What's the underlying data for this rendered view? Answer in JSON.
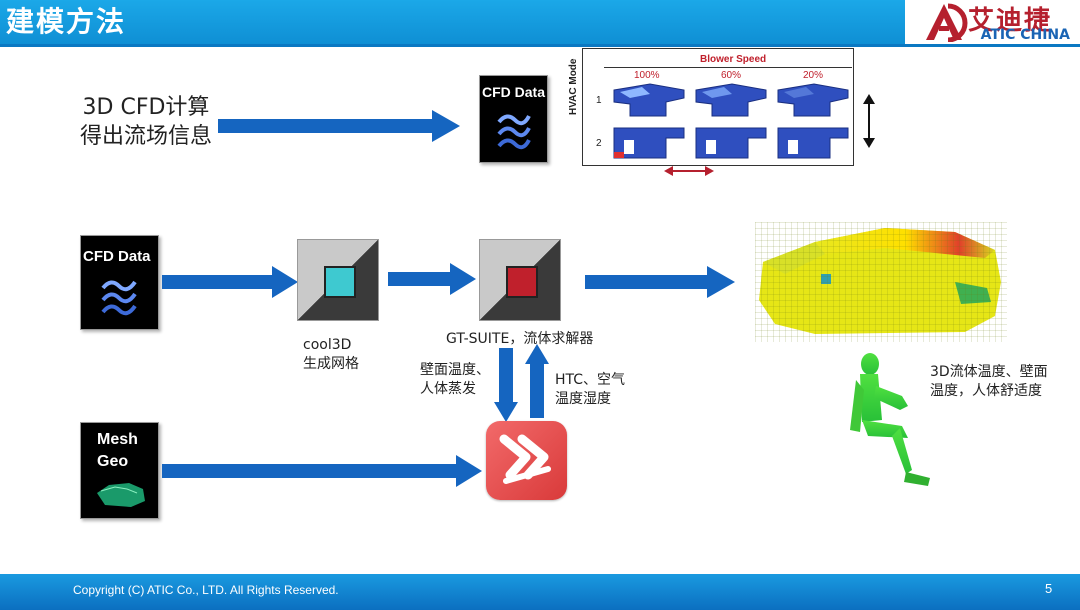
{
  "header": {
    "title": "建模方法",
    "logo_cn": "艾迪捷",
    "logo_en": "ATIC CHINA"
  },
  "top_section": {
    "cfd_calc_line1": "3D CFD计算",
    "cfd_calc_line2": "得出流场信息",
    "cfd_card_title": "CFD Data",
    "blower": {
      "title": "Blower Speed",
      "speeds": [
        "100%",
        "60%",
        "20%"
      ],
      "mode_label": "HVAC Mode",
      "rows": [
        "1",
        "2"
      ]
    }
  },
  "middle_section": {
    "cfd_card_title": "CFD Data",
    "cool3d_line1": "cool3D",
    "cool3d_line2": "生成网格",
    "gt_label": "GT-SUITE，流体求解器",
    "down_label_line1": "壁面温度、",
    "down_label_line2": "人体蒸发",
    "up_label_line1": "HTC、空气",
    "up_label_line2": "温度湿度",
    "result_line1": "3D流体温度、壁面",
    "result_line2": "温度，人体舒适度"
  },
  "bottom_section": {
    "mesh_title_line1": "Mesh",
    "mesh_title_line2": "Geo"
  },
  "footer": {
    "copyright": "Copyright (C) ATIC Co., LTD. All Rights Reserved.",
    "page_number": "5"
  },
  "colors": {
    "header_blue": "#1ba8e8",
    "arrow_blue": "#1565c0",
    "cool3d_square": "#3ec9d0",
    "gt_square": "#c0202c",
    "brand_red": "#b5202e"
  }
}
